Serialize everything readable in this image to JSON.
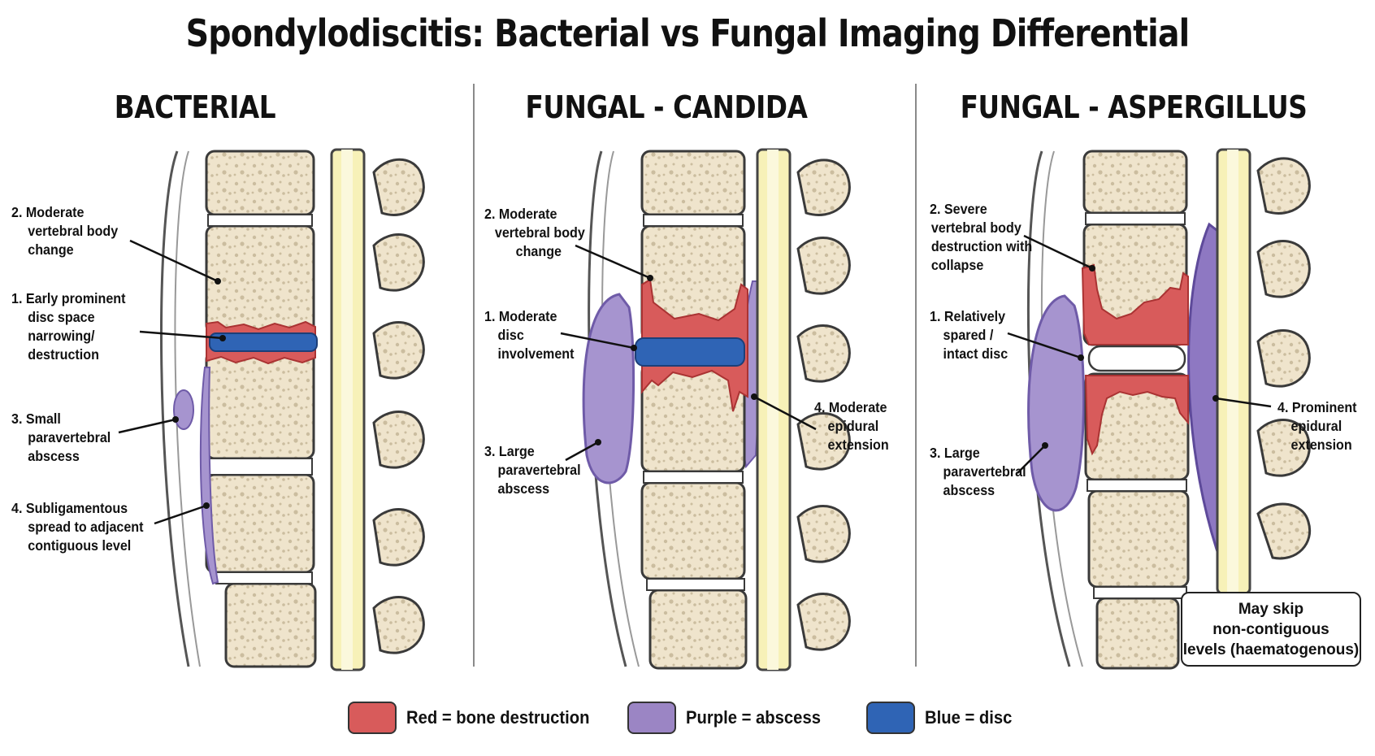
{
  "title": "Spondylodiscitis: Bacterial vs Fungal Imaging Differential",
  "colors": {
    "bone": "#efe4cc",
    "bone_stroke": "#3a3a3a",
    "destruction": "#d85b5b",
    "abscess": "#a694cf",
    "abscess_stroke": "#6f5ba8",
    "disc": "#2f64b5",
    "cord": "#f7f1b8",
    "divider": "#8a8a8a"
  },
  "panels": [
    {
      "title": "BACTERIAL",
      "labels": [
        {
          "lines": [
            "2. Moderate",
            "vertebral body",
            "change"
          ]
        },
        {
          "lines": [
            "1. Early prominent",
            "disc space",
            "narrowing/",
            "destruction"
          ]
        },
        {
          "lines": [
            "3. Small",
            "paravertebral",
            "abscess"
          ]
        },
        {
          "lines": [
            "4. Subligamentous",
            "spread to adjacent",
            "contiguous level"
          ]
        }
      ]
    },
    {
      "title": "FUNGAL - CANDIDA",
      "labels": [
        {
          "lines": [
            "2. Moderate",
            "vertebral body",
            "change"
          ]
        },
        {
          "lines": [
            "1. Moderate",
            "disc",
            "involvement"
          ]
        },
        {
          "lines": [
            "3. Large",
            "paravertebral",
            "abscess"
          ]
        },
        {
          "lines": [
            "4. Moderate",
            "epidural",
            "extension"
          ]
        }
      ]
    },
    {
      "title": "FUNGAL - ASPERGILLUS",
      "labels": [
        {
          "lines": [
            "2. Severe",
            "vertebral body",
            "destruction with",
            "collapse"
          ]
        },
        {
          "lines": [
            "1. Relatively",
            "spared /",
            "intact disc"
          ]
        },
        {
          "lines": [
            "3. Large",
            "paravertebral",
            "abscess"
          ]
        },
        {
          "lines": [
            "4. Prominent",
            "epidural",
            "extension"
          ]
        }
      ]
    }
  ],
  "note": {
    "lines": [
      "May skip",
      "non-contiguous",
      "levels (haematogenous)"
    ]
  },
  "legend": [
    {
      "label": "Red = bone destruction",
      "color": "#d85b5b"
    },
    {
      "label": "Purple = abscess",
      "color": "#9b85c4"
    },
    {
      "label": "Blue = disc",
      "color": "#2f64b5"
    }
  ]
}
